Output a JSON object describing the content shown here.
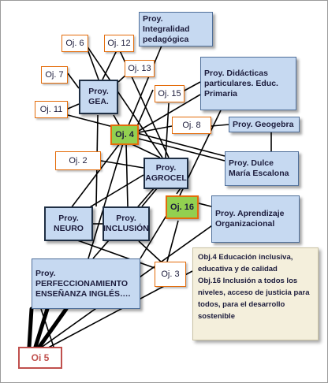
{
  "projects": {
    "integralidad": "Proy. Integralidad pedagógica",
    "gea": "Proy. GEA.",
    "didacticas": "Proy. Didácticas particulares. Educ. Primaria",
    "geogebra": "Proy. Geogebra",
    "dulce_maria": "Proy. Dulce María Escalona",
    "agrocel": "Proy. AGROCEL",
    "aprendizaje": "Proy. Aprendizaje Organizacional",
    "neuro": "Proy. NEURO",
    "inclusion": "Proy. INCLUSIÓN",
    "perfeccionamiento": "Proy. PERFECCIONAMIENTO ENSEÑANZA INGLÉS…."
  },
  "objectives": {
    "oj6": "Oj. 6",
    "oj12": "Oj. 12",
    "oj7": "Oj. 7",
    "oj13": "Oj. 13",
    "oj11": "Oj. 11",
    "oj15": "Oj. 15",
    "oj8": "Oj. 8",
    "oj2": "Oj. 2",
    "oj3": "Oj. 3",
    "oj4": "Oj. 4",
    "oj16": "Oj. 16",
    "oi5": "Oi 5"
  },
  "note": {
    "line1": "Obj.4 Educación inclusiva,",
    "line2": "educativa y de  calidad",
    "line3": "Obj.16 Inclusión a todos los",
    "line4": "niveles, acceso de justicia para",
    "line5": "todos, para el desarrollo",
    "line6": "sostenible"
  }
}
